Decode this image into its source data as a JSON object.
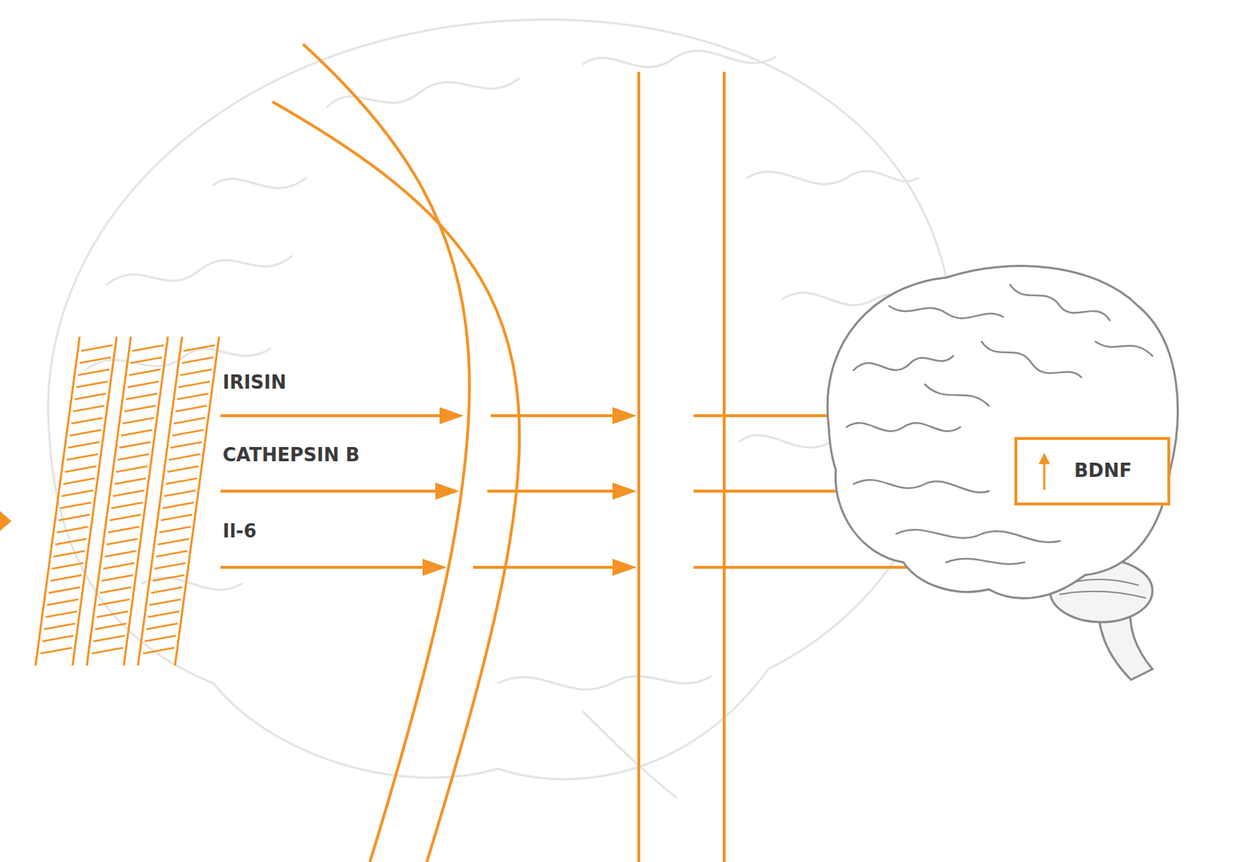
{
  "diagram": {
    "nodes": [
      {
        "text": [
          "BDNF"
        ]
      }
    ],
    "labels": [
      "IRISIN",
      "CATHEPSIN B",
      "Il-6"
    ]
  }
}
